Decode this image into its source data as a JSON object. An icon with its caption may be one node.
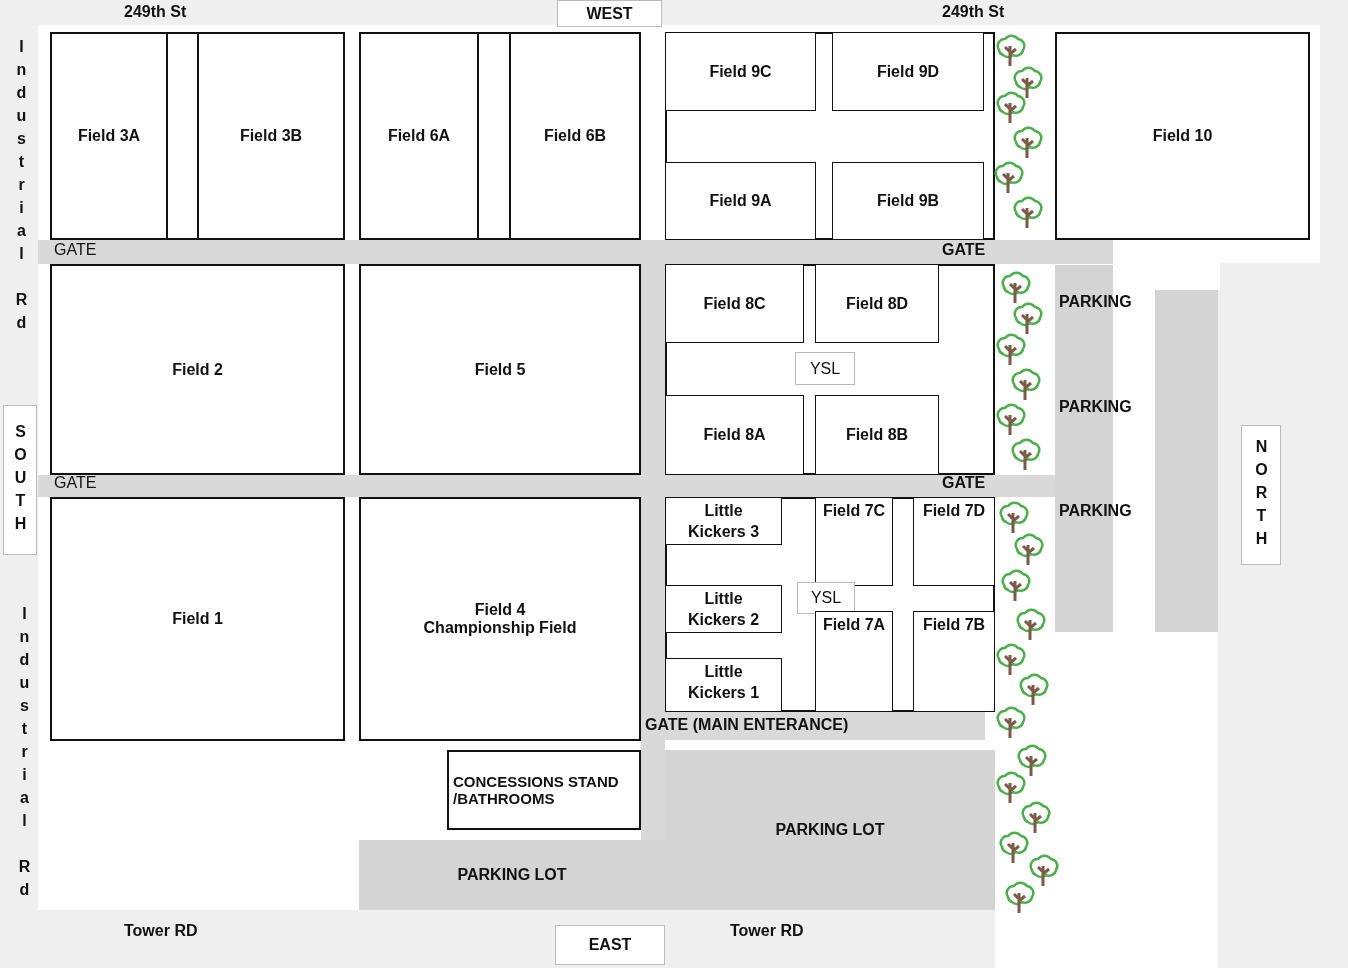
{
  "diagram": {
    "nodes": [
      {
        "text": [
          "WEST"
        ]
      },
      {
        "text": [
          "Field 3A"
        ]
      },
      {
        "text": [
          "Field 3B"
        ]
      },
      {
        "text": [
          "Field 6A"
        ]
      },
      {
        "text": [
          "Field 6B"
        ]
      },
      {
        "text": [],
        "shape": "box"
      },
      {
        "text": [
          "Field 9C"
        ],
        "in": 5
      },
      {
        "text": [
          "Field 9D"
        ],
        "in": 5
      },
      {
        "text": [
          "Field 9A"
        ],
        "in": 5
      },
      {
        "text": [
          "Field 9B"
        ],
        "in": 5
      },
      {
        "text": [
          "Field 10"
        ]
      },
      {
        "text": [
          "Field 2"
        ]
      },
      {
        "text": [
          "Field 5"
        ]
      },
      {
        "text": [],
        "shape": "box"
      },
      {
        "text": [
          "Field 8C"
        ],
        "in": 13
      },
      {
        "text": [
          "Field 8D"
        ],
        "in": 13
      },
      {
        "text": [
          "YSL"
        ],
        "in": 13
      },
      {
        "text": [
          "Field 8A"
        ],
        "in": 13
      },
      {
        "text": [
          "Field 8B"
        ],
        "in": 13
      },
      {
        "text": [
          "PARKING",
          "PARKING",
          "PARKING"
        ]
      },
      {
        "text": [],
        "shape": "bar"
      },
      {
        "text": [
          "SOUTH"
        ]
      },
      {
        "text": [
          "NORTH"
        ]
      },
      {
        "text": [
          "Field 1"
        ]
      },
      {
        "text": [
          "Field 4",
          "Championship Field"
        ]
      },
      {
        "text": [],
        "shape": "box"
      },
      {
        "text": [
          "Little Kickers 3"
        ],
        "in": 25
      },
      {
        "text": [
          "Field 7C"
        ],
        "in": 25
      },
      {
        "text": [
          "Field 7D"
        ],
        "in": 25
      },
      {
        "text": [
          "Little Kickers 2"
        ],
        "in": 25
      },
      {
        "text": [
          "YSL"
        ],
        "in": 25
      },
      {
        "text": [
          "Field 7A"
        ],
        "in": 25
      },
      {
        "text": [
          "Field 7B"
        ],
        "in": 25
      },
      {
        "text": [
          "Little Kickers 1"
        ],
        "in": 25
      },
      {
        "text": [
          "CONCESSIONS STAND /BATHROOMS"
        ]
      },
      {
        "text": [
          "PARKING LOT"
        ]
      },
      {
        "text": [
          "PARKING LOT"
        ]
      },
      {
        "text": [
          "EAST"
        ]
      }
    ],
    "edges": [],
    "labels": [
      "249th St",
      "249th St",
      "Industrial Rd",
      "GATE",
      "GATE",
      "GATE",
      "GATE",
      "GATE (MAIN ENTERANCE)",
      "Industrial Rd",
      "Tower RD",
      "Tower RD"
    ]
  }
}
